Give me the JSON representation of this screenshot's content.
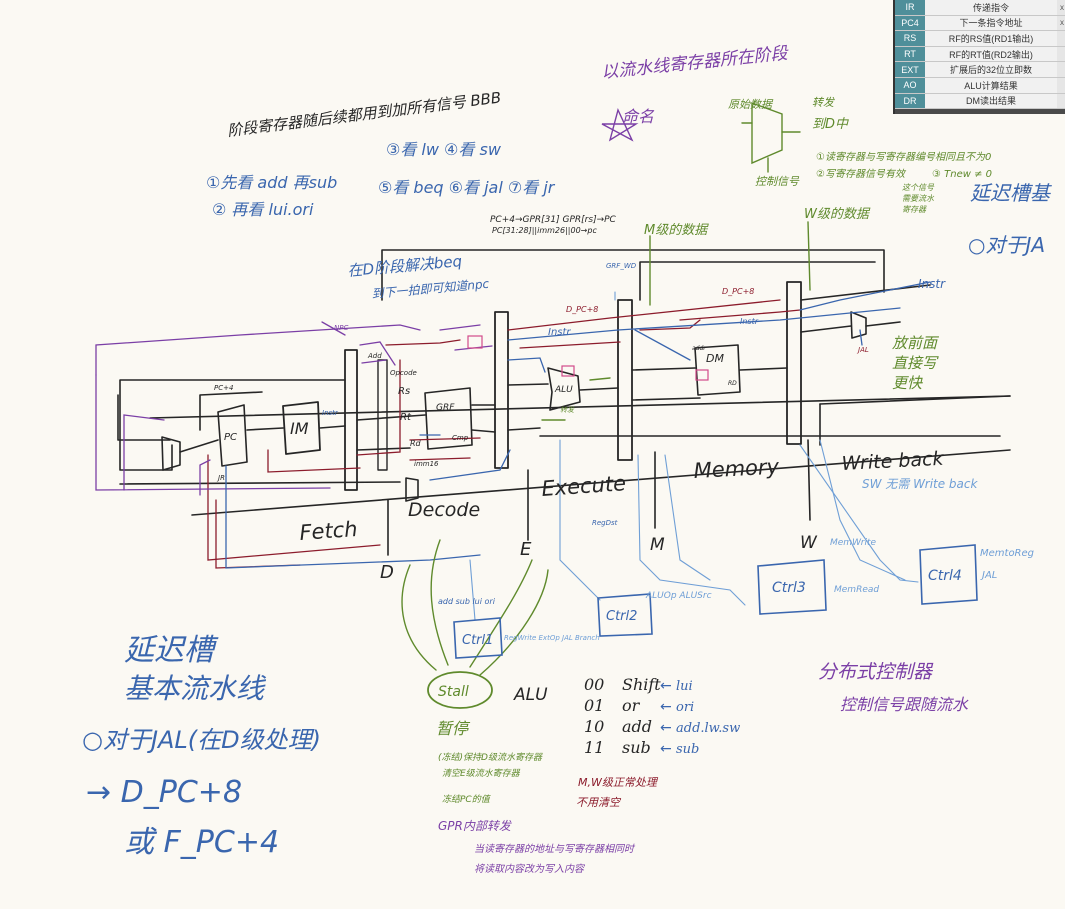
{
  "colors": {
    "black": "#262626",
    "purple": "#7b3fa6",
    "blue": "#3a66ae",
    "lightblue": "#6f9fd6",
    "darkred": "#8c1c2c",
    "green": "#5f8a2c",
    "pink": "#d24a8a"
  },
  "signal_table": {
    "rows": [
      {
        "key": "IR",
        "desc": "传递指令",
        "flag": "x"
      },
      {
        "key": "PC4",
        "desc": "下一条指令地址",
        "flag": "x"
      },
      {
        "key": "RS",
        "desc": "RF的RS值(RD1输出)",
        "flag": ""
      },
      {
        "key": "RT",
        "desc": "RF的RT值(RD2输出)",
        "flag": ""
      },
      {
        "key": "EXT",
        "desc": "扩展后的32位立即数",
        "flag": ""
      },
      {
        "key": "AO",
        "desc": "ALU计算结果",
        "flag": ""
      },
      {
        "key": "DR",
        "desc": "DM读出结果",
        "flag": ""
      }
    ]
  },
  "notes": {
    "top_title": "阶段寄存器随后续都用到加所有信号 BBB",
    "plan_1": "①先看 add 再sub",
    "plan_2": "② 再看 lui.ori",
    "plan_3": "③看 lw ④看 sw",
    "plan_5": "⑤看 beq ⑥看 jal ⑦看 jr",
    "jal_detail_1": "PC+4→GPR[31]   GPR[rs]→PC",
    "jal_detail_2": "PC[31:28]||imm26||00→pc",
    "naming_1": "以流水线寄存器所在阶段",
    "naming_2": "命名",
    "mux_note_1": "原始数据",
    "mux_note_2": "控制信号",
    "mux_note_3": "转发",
    "mux_note_4": "到D中",
    "stall_cond_1": "①读寄存器与写寄存器编号相同且不为0",
    "stall_cond_2": "②写寄存器信号有效",
    "stall_cond_3": "③ Tnew ≠ 0",
    "stall_cond_4": "这个信号",
    "stall_cond_5": "需要流水",
    "stall_cond_6": "寄存器",
    "right_delay_1": "延迟槽基",
    "right_delay_2": "○对于JA",
    "m_data": "M级的数据",
    "w_data": "W级的数据",
    "d_branch_1": "在D阶段解决beq",
    "d_branch_2": "到下一拍即可知道npc",
    "jal_earlier_1": "放前面",
    "jal_earlier_2": "直接写",
    "jal_earlier_3": "更快",
    "stage_fetch": "Fetch",
    "stage_decode": "Decode",
    "stage_execute": "Execute",
    "stage_memory": "Memory",
    "stage_writeback": "Write back",
    "sw_note": "SW 无需 Write back",
    "letter_d": "D",
    "letter_e": "E",
    "letter_m": "M",
    "letter_w": "W",
    "ctrl1": "Ctrl1",
    "ctrl2": "Ctrl2",
    "ctrl3": "Ctrl3",
    "ctrl4": "Ctrl4",
    "stall": "Stall",
    "stall_cn": "暂停",
    "stall_desc_1": "(冻结)保持D级流水寄存器",
    "stall_desc_2": "清空E级流水寄存器",
    "stall_desc_3": "冻结PC的值",
    "m_w_1": "M,W级正常处理",
    "m_w_2": "不用清空",
    "gpr_bypass": "GPR内部转发",
    "gpr_desc_1": "当读寄存器的地址与写寄存器相同时",
    "gpr_desc_2": "将读取内容改为写入内容",
    "alu_label": "ALU",
    "alu_rows": [
      {
        "code": "00",
        "op": "Shift",
        "instr": "lui"
      },
      {
        "code": "01",
        "op": "or",
        "instr": "ori"
      },
      {
        "code": "10",
        "op": "add",
        "instr": "add.lw.sw"
      },
      {
        "code": "11",
        "op": "sub",
        "instr": "sub"
      }
    ],
    "dist_ctrl_1": "分布式控制器",
    "dist_ctrl_2": "控制信号跟随流水",
    "delay_slot_1": "延迟槽",
    "delay_slot_2": "基本流水线",
    "delay_slot_3": "○对于JAL(在D级处理)",
    "delay_slot_4": "→ D_PC+8",
    "delay_slot_5": "或 F_PC+4",
    "ctrl2_sig": "ALUOp  ALUSrc",
    "ctrl3_sig_1": "MemWrite",
    "ctrl3_sig_2": "MemRead",
    "ctrl4_sig_1": "MemtoReg",
    "ctrl4_sig_2": "JAL",
    "ctrl1_sig": "RegWrite  ExtOp  JAL  Branch",
    "decode_list": "add sub lui ori",
    "forwarding": "转发",
    "blk_pc": "PC",
    "blk_im": "IM",
    "blk_grf": "GRF",
    "blk_alu": "ALU",
    "blk_dm": "DM",
    "blk_add": "Add",
    "blk_cmp": "Cmp",
    "lbl_instr": "Instr",
    "lbl_pc4": "PC+4",
    "lbl_dpc8": "D_PC+8",
    "lbl_rs": "Rs",
    "lbl_rt": "Rt",
    "lbl_rd": "Rd",
    "lbl_opcode": "Opcode",
    "lbl_imm": "imm16",
    "lbl_regdst": "RegDst",
    "lbl_jal": "JAL",
    "lbl_grfwd": "GRF_WD",
    "lbl_npc": "NPC",
    "lbl_jr": "JR",
    "lbl_addr": "addr",
    "lbl_rd_mem": "RD"
  }
}
